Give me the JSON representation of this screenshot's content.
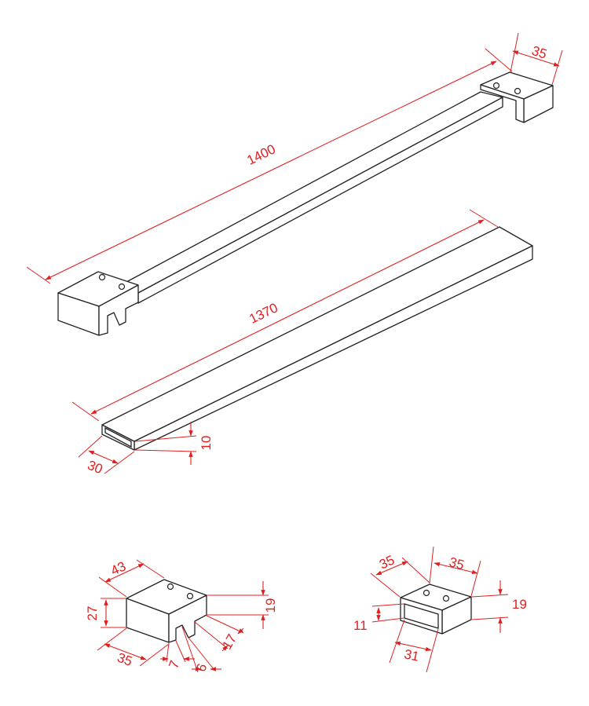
{
  "colors": {
    "dimension": "#e02020",
    "outline": "#222222",
    "background": "#ffffff"
  },
  "dimensions": {
    "bar_length": "1400",
    "bar_end_width": "35",
    "tube_length": "1370",
    "tube_width": "30",
    "tube_height": "10",
    "bracket_a_length": "43",
    "bracket_a_height": "27",
    "bracket_a_width": "35",
    "bracket_a_slot_height": "19",
    "bracket_a_slot_width": "7",
    "bracket_a_slot_offset": "6",
    "bracket_a_slot_depth": "17",
    "bracket_b_length": "35",
    "bracket_b_width": "35",
    "bracket_b_height": "19",
    "bracket_b_opening_height": "11",
    "bracket_b_opening_width": "31"
  }
}
